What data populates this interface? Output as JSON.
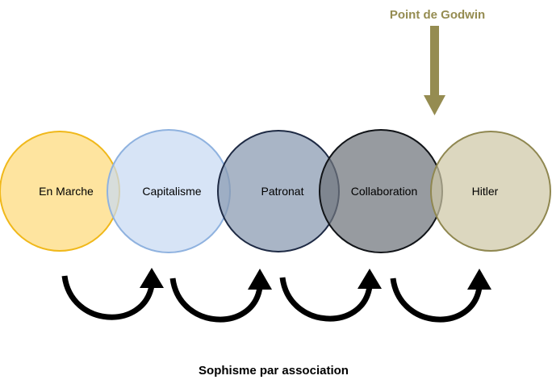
{
  "diagram": {
    "circles": [
      {
        "label": "En Marche",
        "fill": "#fdd97a",
        "stroke": "#f0b81a"
      },
      {
        "label": "Capitalisme",
        "fill": "#c8daf2",
        "stroke": "#8fb2df"
      },
      {
        "label": "Patronat",
        "fill": "#8898b0",
        "stroke": "#1e2a44"
      },
      {
        "label": "Collaboration",
        "fill": "#6f747c",
        "stroke": "#111418"
      },
      {
        "label": "Hitler",
        "fill": "#cfc8a6",
        "stroke": "#8f8750"
      }
    ],
    "godwin": {
      "label": "Point de Godwin",
      "color": "#958c51"
    },
    "arrow_color": "#000000",
    "caption": "Sophisme par association"
  }
}
